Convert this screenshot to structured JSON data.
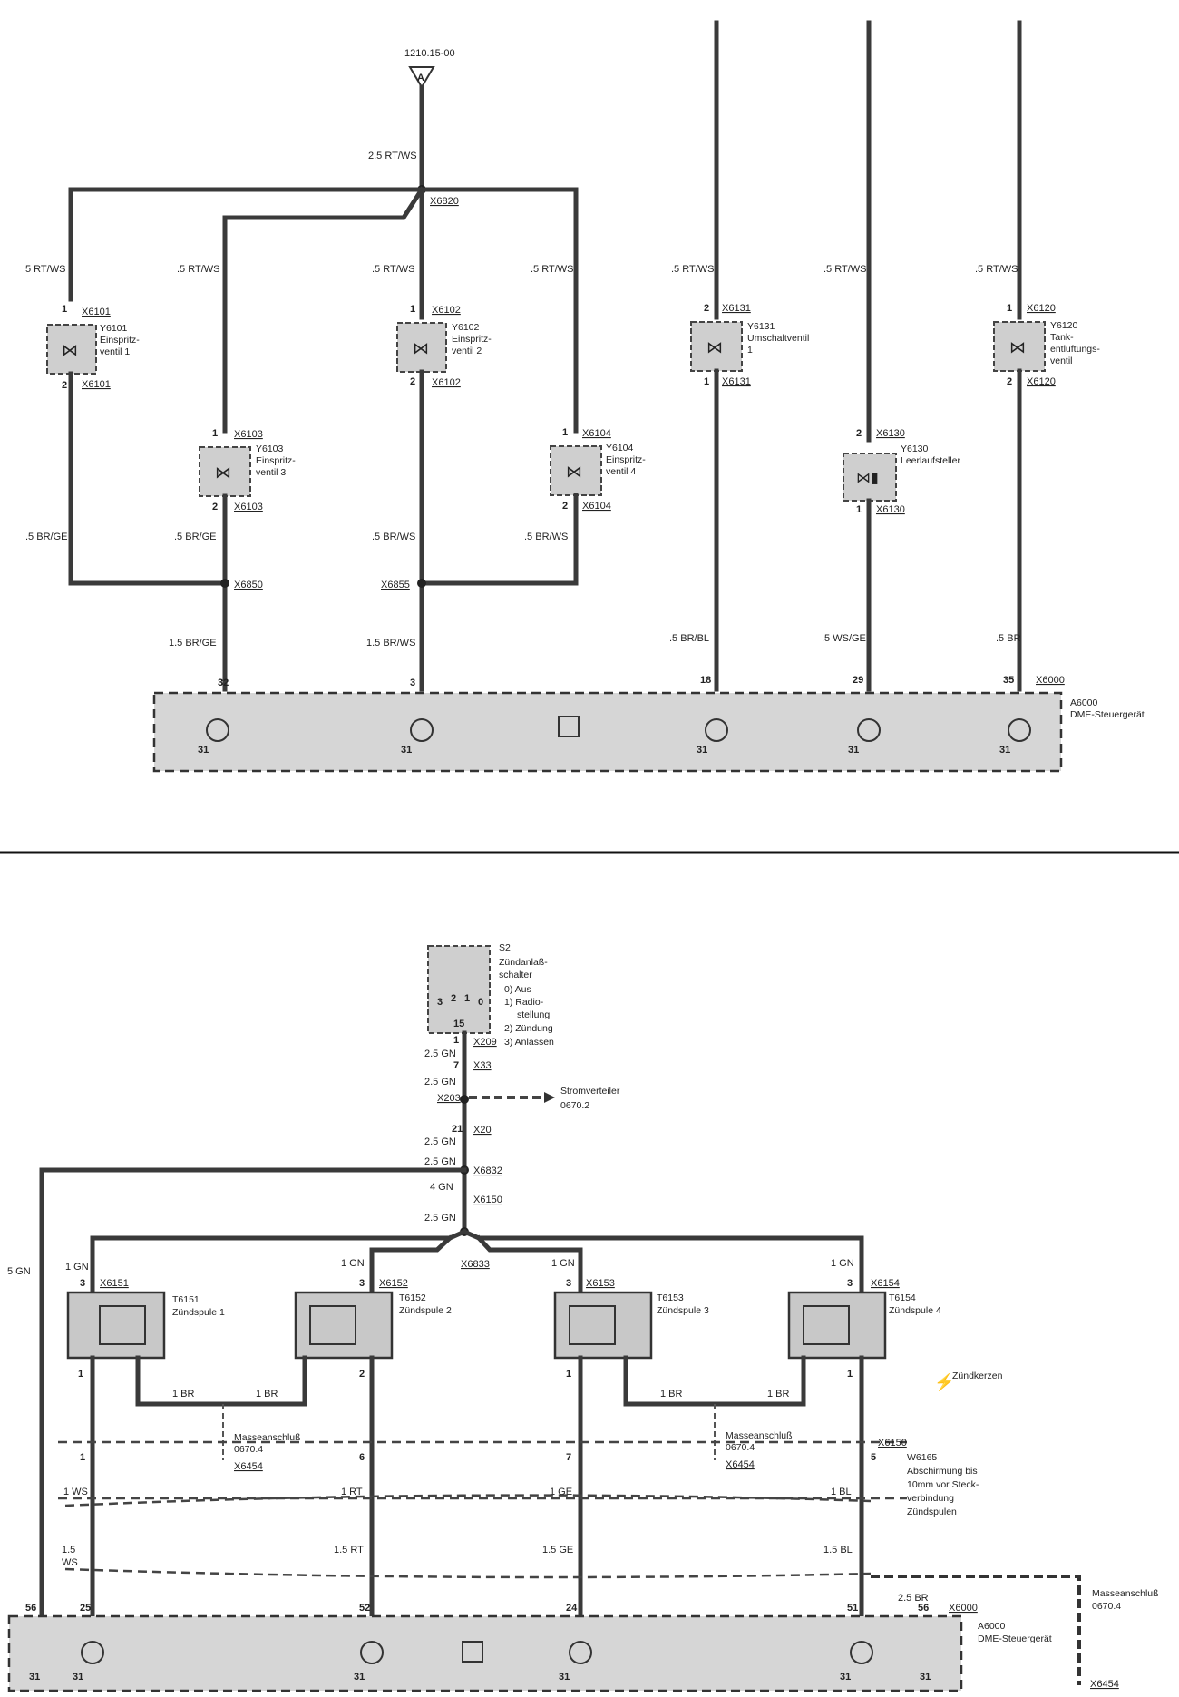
{
  "top": {
    "ref": "1210.15-00",
    "wire_main": "2.5 RT/WS",
    "splice_top": "X6820",
    "injectors": [
      {
        "id": "Y6101",
        "name": "Einspritz-\nventil 1",
        "conn": "X6101",
        "wire": "5 RT/WS",
        "pin_top": "1",
        "pin_bot": "2"
      },
      {
        "id": "Y6102",
        "name": "Einspritz-\nventil 2",
        "conn": "X6102",
        "wire": ".5 RT/WS",
        "pin_top": "1",
        "pin_bot": "2"
      },
      {
        "id": "Y6103",
        "name": "Einspritz-\nventil 3",
        "conn": "X6103",
        "wire": ".5 RT/WS",
        "pin_top": "1",
        "pin_bot": "2"
      },
      {
        "id": "Y6104",
        "name": "Einspritz-\nventil 4",
        "conn": "X6104",
        "wire": ".5 RT/WS",
        "pin_top": "1",
        "pin_bot": "2"
      }
    ],
    "y6131": {
      "id": "Y6131",
      "name": "Umschaltventil\n1",
      "conn": "X6131",
      "wire_top": ".5 RT/WS",
      "wire_bot": ".5 BR/BL",
      "pin_top": "2",
      "pin_bot": "1",
      "dme_pin": "18"
    },
    "y6130": {
      "id": "Y6130",
      "name": "Leerlaufsteller",
      "conn": "X6130",
      "wire_top": ".5 RT/WS",
      "wire_bot": ".5 WS/GE",
      "pin_top": "2",
      "pin_bot": "1",
      "dme_pin": "29"
    },
    "y6120": {
      "id": "Y6120",
      "name": "Tank-\nentlüftungs-\nventil",
      "conn": "X6120",
      "wire_top": ".5 RT/WS",
      "wire_bot": ".5 BR",
      "pin_top": "1",
      "pin_bot": "2",
      "dme_pin": "35"
    },
    "wire_br_ge_1": ".5 BR/GE",
    "wire_br_ge_3": ".5 BR/GE",
    "wire_br_ws_2": ".5 BR/WS",
    "wire_br_ws_4": ".5 BR/WS",
    "splice_x6850": "X6850",
    "splice_x6855": "X6855",
    "wire_dme_32": "1.5 BR/GE",
    "wire_dme_3": "1.5 BR/WS",
    "dme_pin_32": "32",
    "dme_pin_3": "3",
    "dme_conn": "X6000",
    "dme_id": "A6000",
    "dme_name": "DME-Steuergerät",
    "ground": "31"
  },
  "bottom": {
    "switch_id": "S2",
    "switch_name": "Zündanlaß-\nschalter",
    "switch_states": [
      "0) Aus",
      "1) Radio-\n    stellung",
      "2) Zündung",
      "3) Anlassen"
    ],
    "switch_pins": [
      "3",
      "2",
      "1",
      "0"
    ],
    "switch_pin15": "15",
    "chain": [
      {
        "wire": "2.5 GN",
        "pin": "1",
        "conn": "X209"
      },
      {
        "wire": "2.5 GN",
        "pin": "7",
        "conn": "X33"
      },
      {
        "wire": "",
        "pin": "",
        "conn": "X203"
      },
      {
        "wire": "2.5 GN",
        "pin": "21",
        "conn": "X20"
      },
      {
        "wire": "2.5 GN",
        "pin": "",
        "conn": "X6832"
      },
      {
        "wire": "4 GN",
        "pin": "",
        "conn": "X6150"
      },
      {
        "wire": "2.5 GN",
        "pin": "",
        "conn": ""
      }
    ],
    "stromverteiler": "Stromverteiler\n0670.2",
    "wire_5gn": "5 GN",
    "splice_x6833": "X6833",
    "coils": [
      {
        "id": "T6151",
        "name": "Zündspule 1",
        "conn": "X6151",
        "wire": "1 GN",
        "pin_top": "3",
        "out_wire": "1 WS",
        "dme_pin": "25",
        "sh_pin": "1",
        "out_bot": "1.5\nWS"
      },
      {
        "id": "T6152",
        "name": "Zündspule 2",
        "conn": "X6152",
        "wire": "1 GN",
        "pin_top": "3",
        "out_wire": "1 RT",
        "dme_pin": "52",
        "sh_pin": "6",
        "out_bot": "1.5 RT"
      },
      {
        "id": "T6153",
        "name": "Zündspule 3",
        "conn": "X6153",
        "wire": "1 GN",
        "pin_top": "3",
        "out_wire": "1 GE",
        "dme_pin": "24",
        "sh_pin": "7",
        "out_bot": "1.5 GE"
      },
      {
        "id": "T6154",
        "name": "Zündspule 4",
        "conn": "X6154",
        "wire": "1 GN",
        "pin_top": "3",
        "out_wire": "1 BL",
        "dme_pin": "51",
        "sh_pin": "5",
        "out_bot": "1.5 BL"
      }
    ],
    "gnd_wire": "1 BR",
    "masse": "Masseanschluß\n0670.4",
    "x6454": "X6454",
    "zuendkerzen": "Zündkerzen",
    "shield_id": "W6165",
    "shield_text": "Abschirmung bis\n10mm vor Steck-\nverbindung\nZündspulen",
    "shield_conn": "X6150",
    "dme_pin_56": "56",
    "dme_pin_56b": "56",
    "wire_25br": "2.5 BR",
    "dme_conn": "X6000",
    "dme_id": "A6000",
    "dme_name": "DME-Steuergerät",
    "masse_right": "Masseanschluß\n0670.4",
    "x6454_right": "X6454",
    "ground": "31",
    "pin1": "1",
    "pin2": "2"
  }
}
